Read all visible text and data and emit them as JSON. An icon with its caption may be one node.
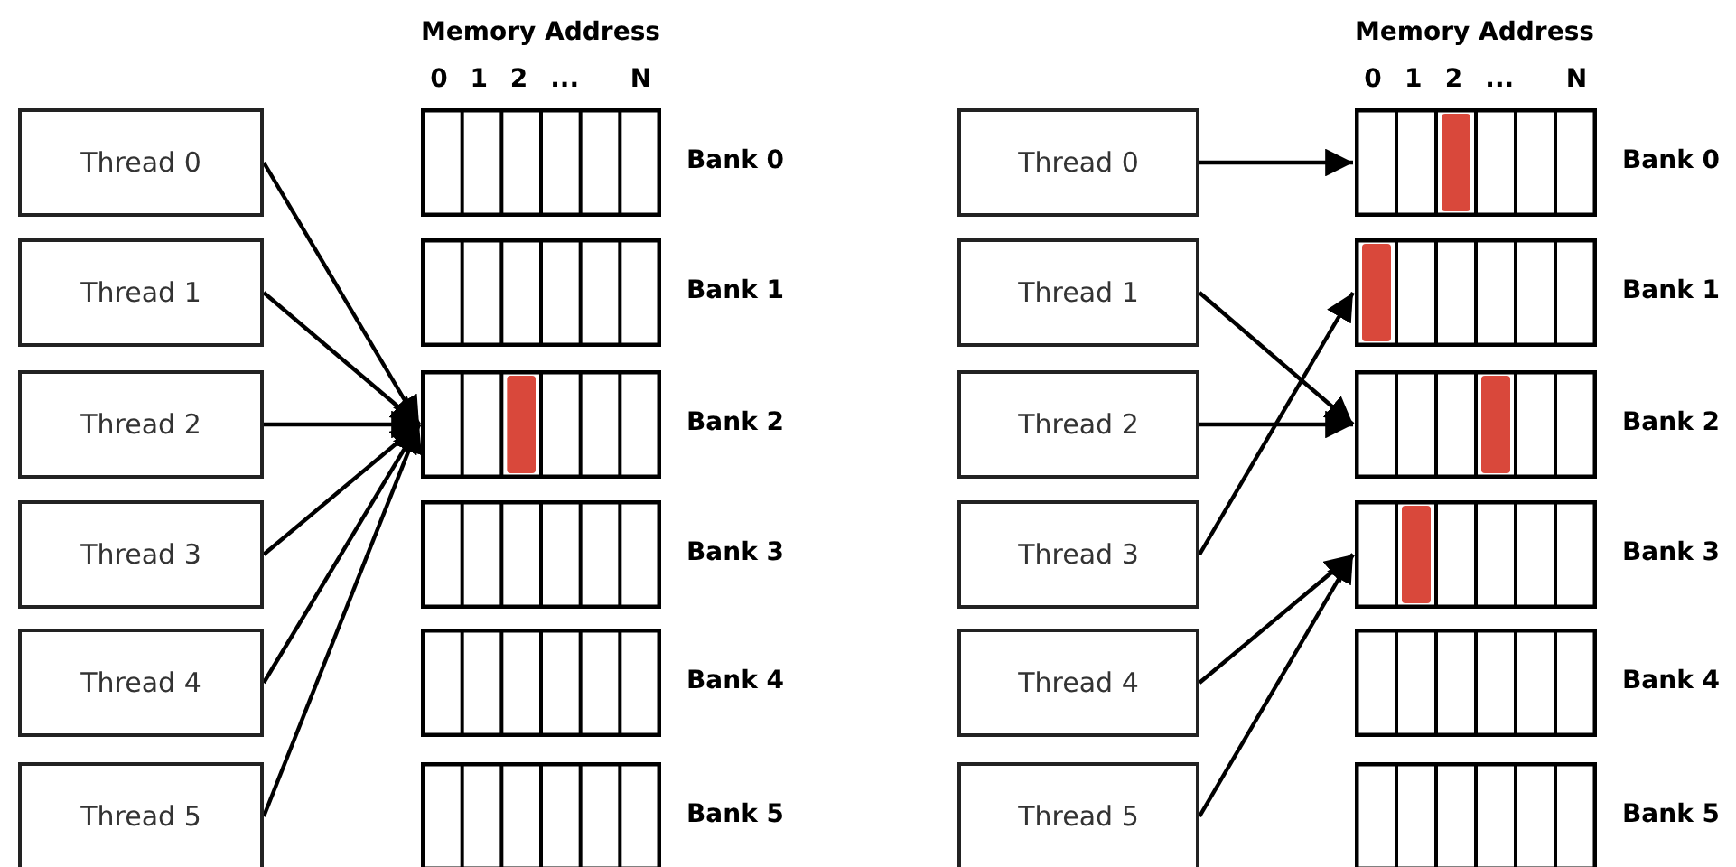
{
  "diagram": {
    "nodes": [
      {
        "text": [
          "Thread 0"
        ]
      },
      {
        "text": [
          "Thread 1"
        ]
      },
      {
        "text": [
          "Thread 2"
        ]
      },
      {
        "text": [
          "Thread 3"
        ]
      },
      {
        "text": [
          "Thread 4"
        ]
      },
      {
        "text": [
          "Thread 5"
        ]
      },
      {
        "text": [
          "Bank 0"
        ]
      },
      {
        "text": [
          "Bank 1"
        ]
      },
      {
        "text": [
          "Bank 2"
        ]
      },
      {
        "text": [
          "Bank 3"
        ]
      },
      {
        "text": [
          "Bank 4"
        ]
      },
      {
        "text": [
          "Bank 5"
        ]
      },
      {
        "text": [
          "Thread 0"
        ]
      },
      {
        "text": [
          "Thread 1"
        ]
      },
      {
        "text": [
          "Thread 2"
        ]
      },
      {
        "text": [
          "Thread 3"
        ]
      },
      {
        "text": [
          "Thread 4"
        ]
      },
      {
        "text": [
          "Thread 5"
        ]
      },
      {
        "text": [
          "Bank 0"
        ]
      },
      {
        "text": [
          "Bank 1"
        ]
      },
      {
        "text": [
          "Bank 2"
        ]
      },
      {
        "text": [
          "Bank 3"
        ]
      },
      {
        "text": [
          "Bank 4"
        ]
      },
      {
        "text": [
          "Bank 5"
        ]
      }
    ],
    "edges": [
      {
        "from": 0,
        "to": 8,
        "arrow": "to"
      },
      {
        "from": 1,
        "to": 8,
        "arrow": "to"
      },
      {
        "from": 2,
        "to": 8,
        "arrow": "to"
      },
      {
        "from": 3,
        "to": 8,
        "arrow": "to"
      },
      {
        "from": 4,
        "to": 8,
        "arrow": "to"
      },
      {
        "from": 5,
        "to": 8,
        "arrow": "to"
      },
      {
        "from": 12,
        "to": 18,
        "arrow": "to"
      },
      {
        "from": 13,
        "to": 20,
        "arrow": "to"
      },
      {
        "from": 14,
        "to": 20,
        "arrow": "to"
      },
      {
        "from": 15,
        "to": 19,
        "arrow": "to"
      },
      {
        "from": 16,
        "to": 21,
        "arrow": "to"
      },
      {
        "from": 17,
        "to": 21,
        "arrow": "to"
      }
    ],
    "labels": [
      "Memory Address",
      "0",
      "1",
      "2",
      "...",
      "N",
      "Memory Address",
      "0",
      "1",
      "2",
      "...",
      "N"
    ]
  }
}
